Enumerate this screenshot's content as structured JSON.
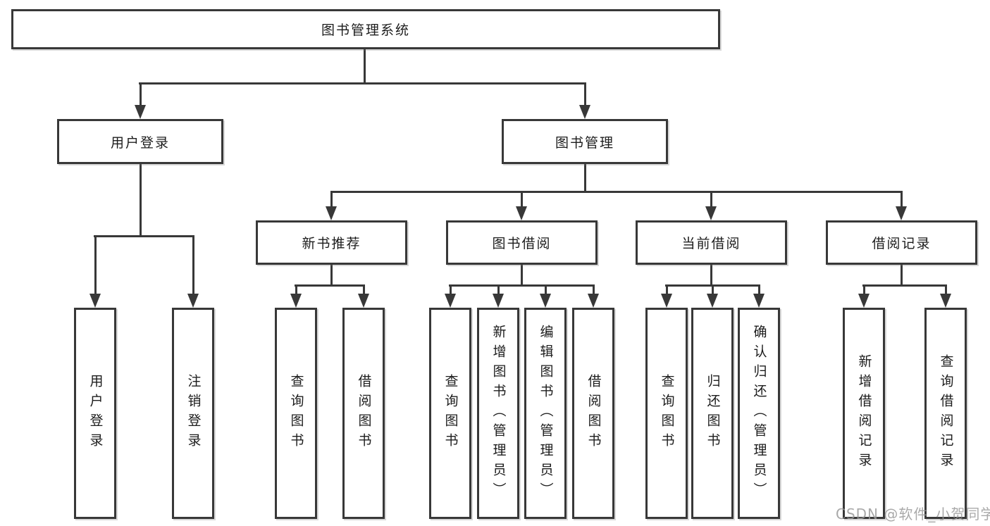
{
  "tree": {
    "root": "图书管理系统",
    "branches": [
      {
        "label": "用户登录",
        "children": [
          "用户登录",
          "注销登录"
        ]
      },
      {
        "label": "图书管理",
        "children": [
          {
            "label": "新书推荐",
            "children": [
              "查询图书",
              "借阅图书"
            ]
          },
          {
            "label": "图书借阅",
            "children": [
              "查询图书",
              "新增图书（管理员）",
              "编辑图书（管理员）",
              "借阅图书"
            ]
          },
          {
            "label": "当前借阅",
            "children": [
              "查询图书",
              "归还图书",
              "确认归还（管理员）"
            ]
          },
          {
            "label": "借阅记录",
            "children": [
              "新增借阅记录",
              "查询借阅记录"
            ]
          }
        ]
      }
    ]
  },
  "watermark": {
    "text": "CSDN @软件_小贺同学"
  },
  "colors": {
    "line": "#383838",
    "text": "#1c1c1c",
    "background": "#ffffff",
    "watermark": "#969696"
  }
}
